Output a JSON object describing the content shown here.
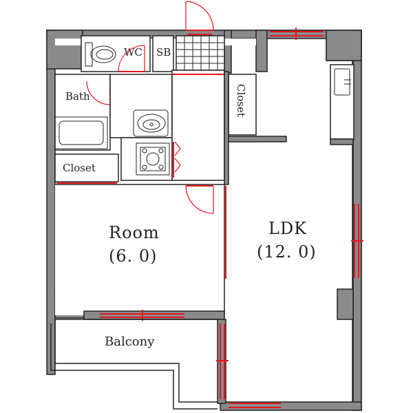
{
  "rooms": {
    "wc": "WC",
    "sb": "SB",
    "bath": "Bath",
    "closet_left": "Closet",
    "closet_right": "Closet",
    "room": {
      "name": "Room",
      "size": "(6. 0)"
    },
    "ldk": {
      "name": "LDK",
      "size": "(12. 0)"
    },
    "balcony": "Balcony"
  },
  "colors": {
    "wall": "#8a8a8a",
    "opening": "#e8141e",
    "line": "#222222"
  }
}
